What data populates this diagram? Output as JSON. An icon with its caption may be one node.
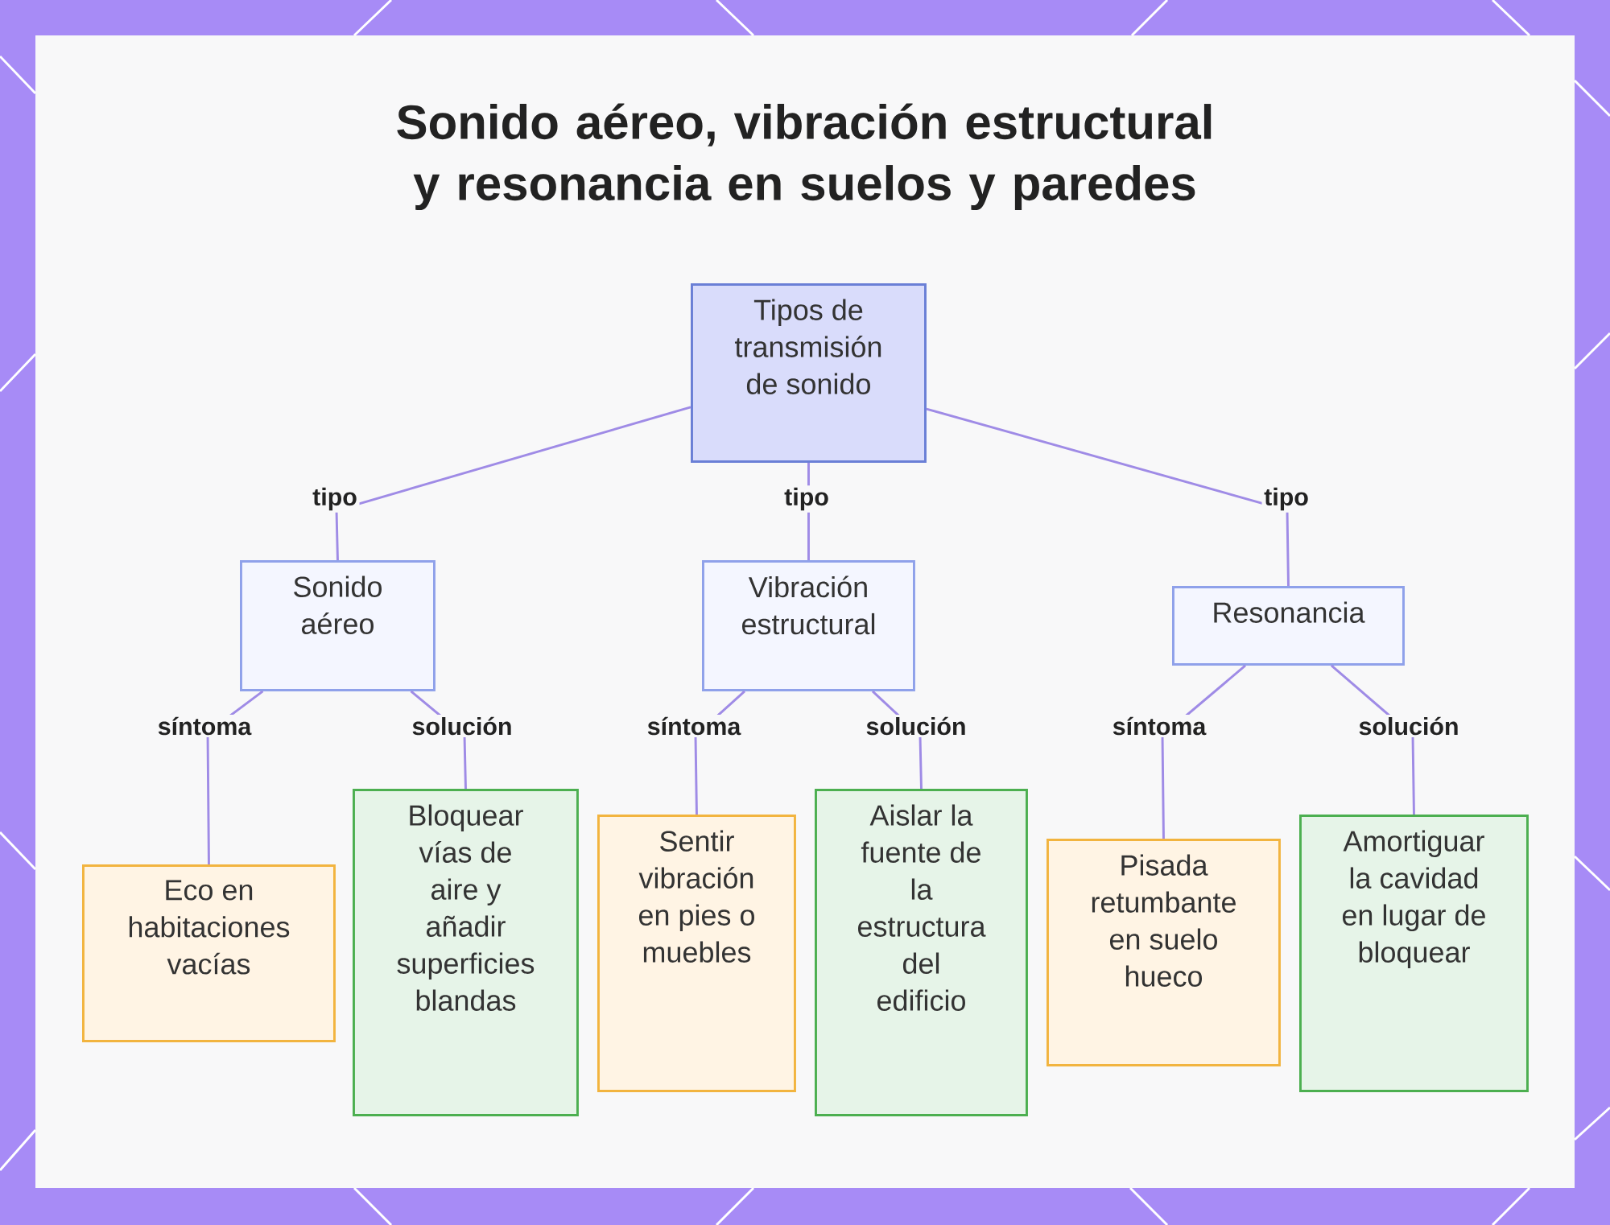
{
  "diagram": {
    "title": "Sonido aéreo, vibración estructural y resonancia en suelos y paredes",
    "nodes": [
      {
        "text": [
          "Tipos de transmisión de sonido"
        ]
      },
      {
        "text": [
          "Sonido aéreo"
        ]
      },
      {
        "text": [
          "Vibración estructural"
        ]
      },
      {
        "text": [
          "Resonancia"
        ]
      },
      {
        "text": [
          "Eco en habitaciones vacías"
        ]
      },
      {
        "text": [
          "Bloquear vías de aire y añadir superficies blandas"
        ]
      },
      {
        "text": [
          "Sentir vibración en pies o muebles"
        ]
      },
      {
        "text": [
          "Aislar la fuente de la estructura del edificio"
        ]
      },
      {
        "text": [
          "Pisada retumbante en suelo hueco"
        ]
      },
      {
        "text": [
          "Amortiguar la cavidad en lugar de bloquear"
        ]
      }
    ],
    "edges": [
      {
        "from": 0,
        "to": 1,
        "arrow": "none",
        "label": "tipo"
      },
      {
        "from": 0,
        "to": 2,
        "arrow": "none",
        "label": "tipo"
      },
      {
        "from": 0,
        "to": 3,
        "arrow": "none",
        "label": "tipo"
      },
      {
        "from": 1,
        "to": 4,
        "arrow": "none",
        "label": "síntoma"
      },
      {
        "from": 1,
        "to": 5,
        "arrow": "none",
        "label": "solución"
      },
      {
        "from": 2,
        "to": 6,
        "arrow": "none",
        "label": "síntoma"
      },
      {
        "from": 2,
        "to": 7,
        "arrow": "none",
        "label": "solución"
      },
      {
        "from": 3,
        "to": 8,
        "arrow": "none",
        "label": "síntoma"
      },
      {
        "from": 3,
        "to": 9,
        "arrow": "none",
        "label": "solución"
      }
    ]
  }
}
